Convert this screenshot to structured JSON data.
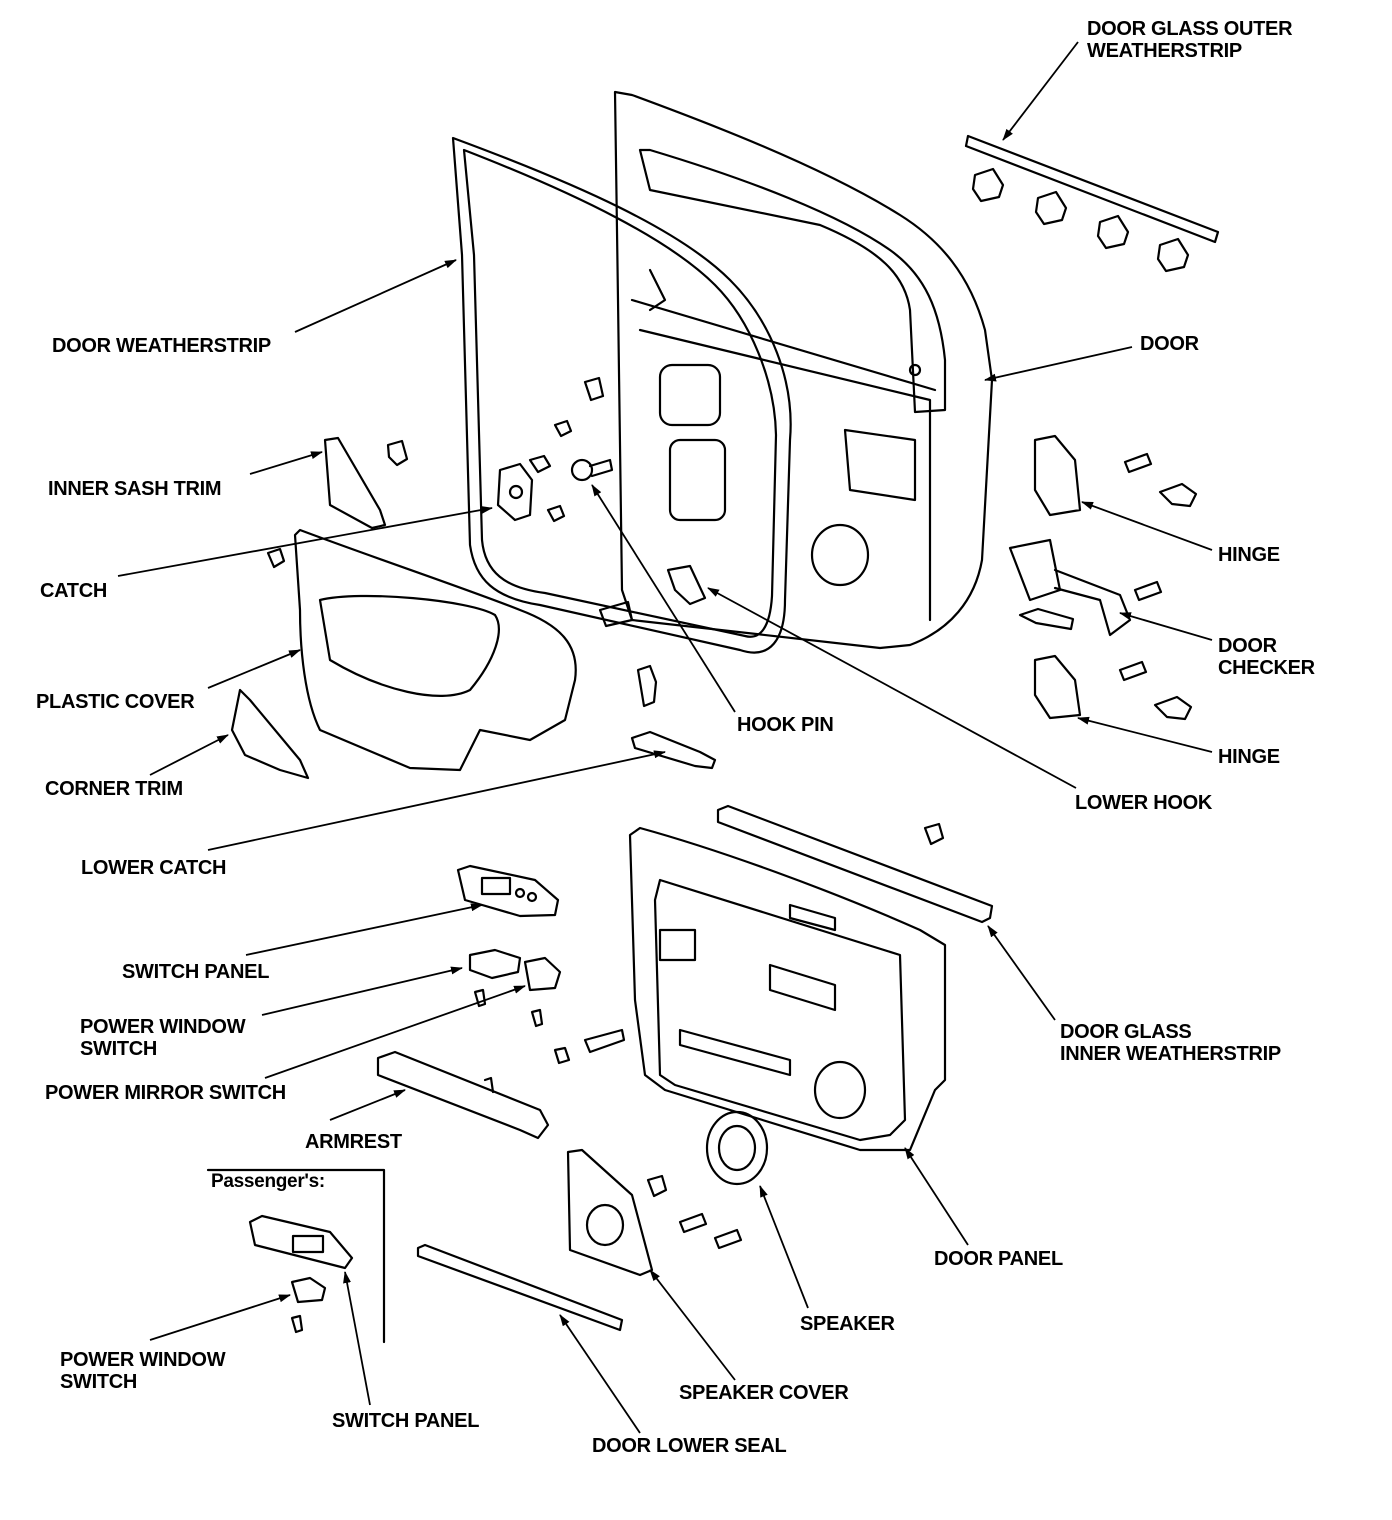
{
  "diagram": {
    "title": "Front door exploded view",
    "labels": {
      "door_glass_outer_weatherstrip": "DOOR GLASS OUTER\nWEATHERSTRIP",
      "door_weatherstrip": "DOOR WEATHERSTRIP",
      "door": "DOOR",
      "inner_sash_trim": "INNER SASH TRIM",
      "catch": "CATCH",
      "hinge_upper": "HINGE",
      "door_checker": "DOOR\nCHECKER",
      "plastic_cover": "PLASTIC COVER",
      "hook_pin": "HOOK PIN",
      "hinge_lower": "HINGE",
      "corner_trim": "CORNER TRIM",
      "lower_hook": "LOWER HOOK",
      "lower_catch": "LOWER CATCH",
      "switch_panel": "SWITCH PANEL",
      "power_window_switch": "POWER WINDOW\nSWITCH",
      "door_glass_inner_weatherstrip": "DOOR GLASS\nINNER WEATHERSTRIP",
      "power_mirror_switch": "POWER MIRROR SWITCH",
      "armrest": "ARMREST",
      "passengers": "Passenger's:",
      "door_panel": "DOOR PANEL",
      "speaker": "SPEAKER",
      "passenger_power_window_switch": "POWER WINDOW\nSWITCH",
      "speaker_cover": "SPEAKER COVER",
      "passenger_switch_panel": "SWITCH PANEL",
      "door_lower_seal": "DOOR LOWER SEAL"
    }
  }
}
